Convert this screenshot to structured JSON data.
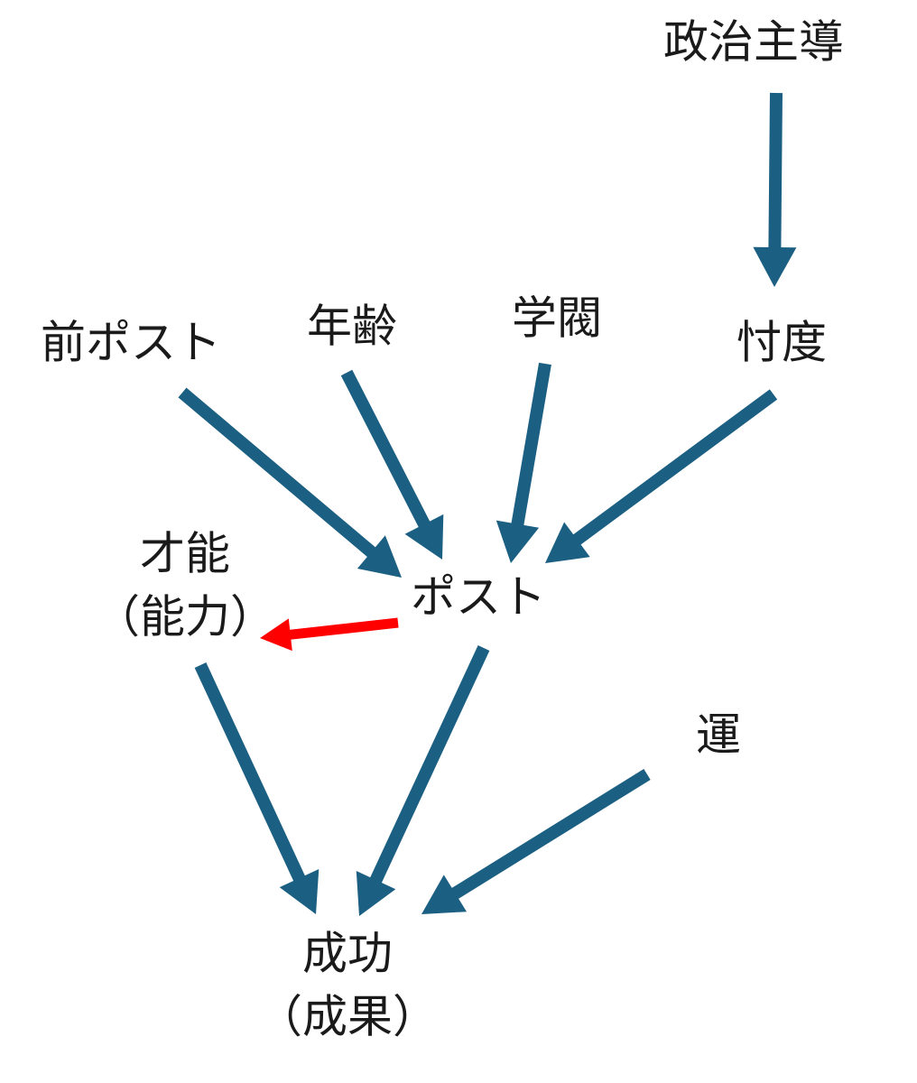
{
  "colors": {
    "edge": "#1b5f82",
    "highlight_edge": "#ff0000",
    "text": "#1a1a1a",
    "background": "#ffffff"
  },
  "nodes": {
    "seiji_shudo": {
      "lines": [
        "政治主導"
      ]
    },
    "sontaku": {
      "lines": [
        "忖度"
      ]
    },
    "mae_post": {
      "lines": [
        "前ポスト"
      ]
    },
    "nenrei": {
      "lines": [
        "年齢"
      ]
    },
    "gakubatsu": {
      "lines": [
        "学閥"
      ]
    },
    "post": {
      "lines": [
        "ポスト"
      ]
    },
    "sainou": {
      "lines": [
        "才能",
        "（能力）"
      ]
    },
    "un": {
      "lines": [
        "運"
      ]
    },
    "seikou": {
      "lines": [
        "成功",
        "（成果）"
      ]
    }
  },
  "edges": [
    {
      "from": "seiji_shudo",
      "to": "sontaku",
      "highlight": false
    },
    {
      "from": "mae_post",
      "to": "post",
      "highlight": false
    },
    {
      "from": "nenrei",
      "to": "post",
      "highlight": false
    },
    {
      "from": "gakubatsu",
      "to": "post",
      "highlight": false
    },
    {
      "from": "sontaku",
      "to": "post",
      "highlight": false
    },
    {
      "from": "post",
      "to": "sainou",
      "highlight": true
    },
    {
      "from": "sainou",
      "to": "seikou",
      "highlight": false
    },
    {
      "from": "post",
      "to": "seikou",
      "highlight": false
    },
    {
      "from": "un",
      "to": "seikou",
      "highlight": false
    }
  ]
}
